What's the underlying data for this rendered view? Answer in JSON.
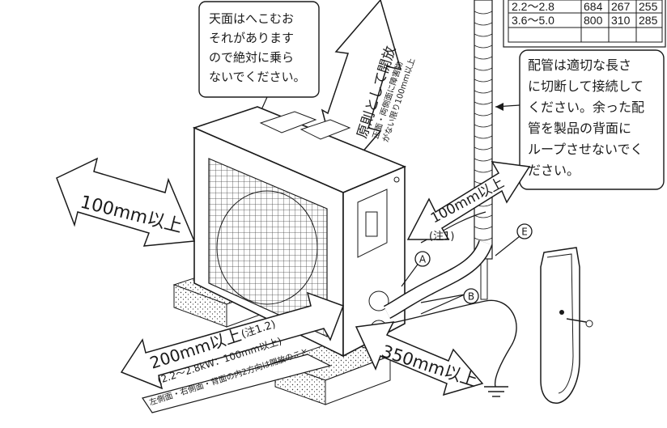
{
  "spec_table": {
    "rows": [
      [
        "2.2〜2.8",
        "684",
        "267",
        "255"
      ],
      [
        "3.6〜5.0",
        "800",
        "310",
        "285"
      ]
    ]
  },
  "callout_top": {
    "lines": [
      "天面はへこむお",
      "それがあります",
      "ので絶対に乗ら",
      "ないでください。"
    ]
  },
  "callout_right": {
    "lines": [
      "配管は適切な長さ",
      "に切断して接続して",
      "ください。余った配",
      "管を製品の背面に",
      "ループさせないでく",
      "ださい。"
    ]
  },
  "arrow_top": {
    "main": "原則として開放",
    "sub1": "正面・両側面に障害物",
    "sub2": "がない限り100mm以上"
  },
  "arrow_left": {
    "label": "100mm以上"
  },
  "arrow_back_right": {
    "label": "100mm以上",
    "note": "(注1)"
  },
  "arrow_bottom_left": {
    "label": "200mm以上",
    "label_note": "(注1.2)",
    "sub1": "(2.2〜2.8kW：100mm以上)",
    "sub2": "左側面・右側面・背面の内2方向は開放のこと"
  },
  "arrow_bottom_right": {
    "label": "350mm以上"
  },
  "markers": {
    "a": "A",
    "b": "B",
    "e": "E"
  },
  "colors": {
    "line": "#1a1a1a",
    "fill": "#ffffff",
    "grid": "#555555",
    "pad": "#cfcfcf"
  }
}
